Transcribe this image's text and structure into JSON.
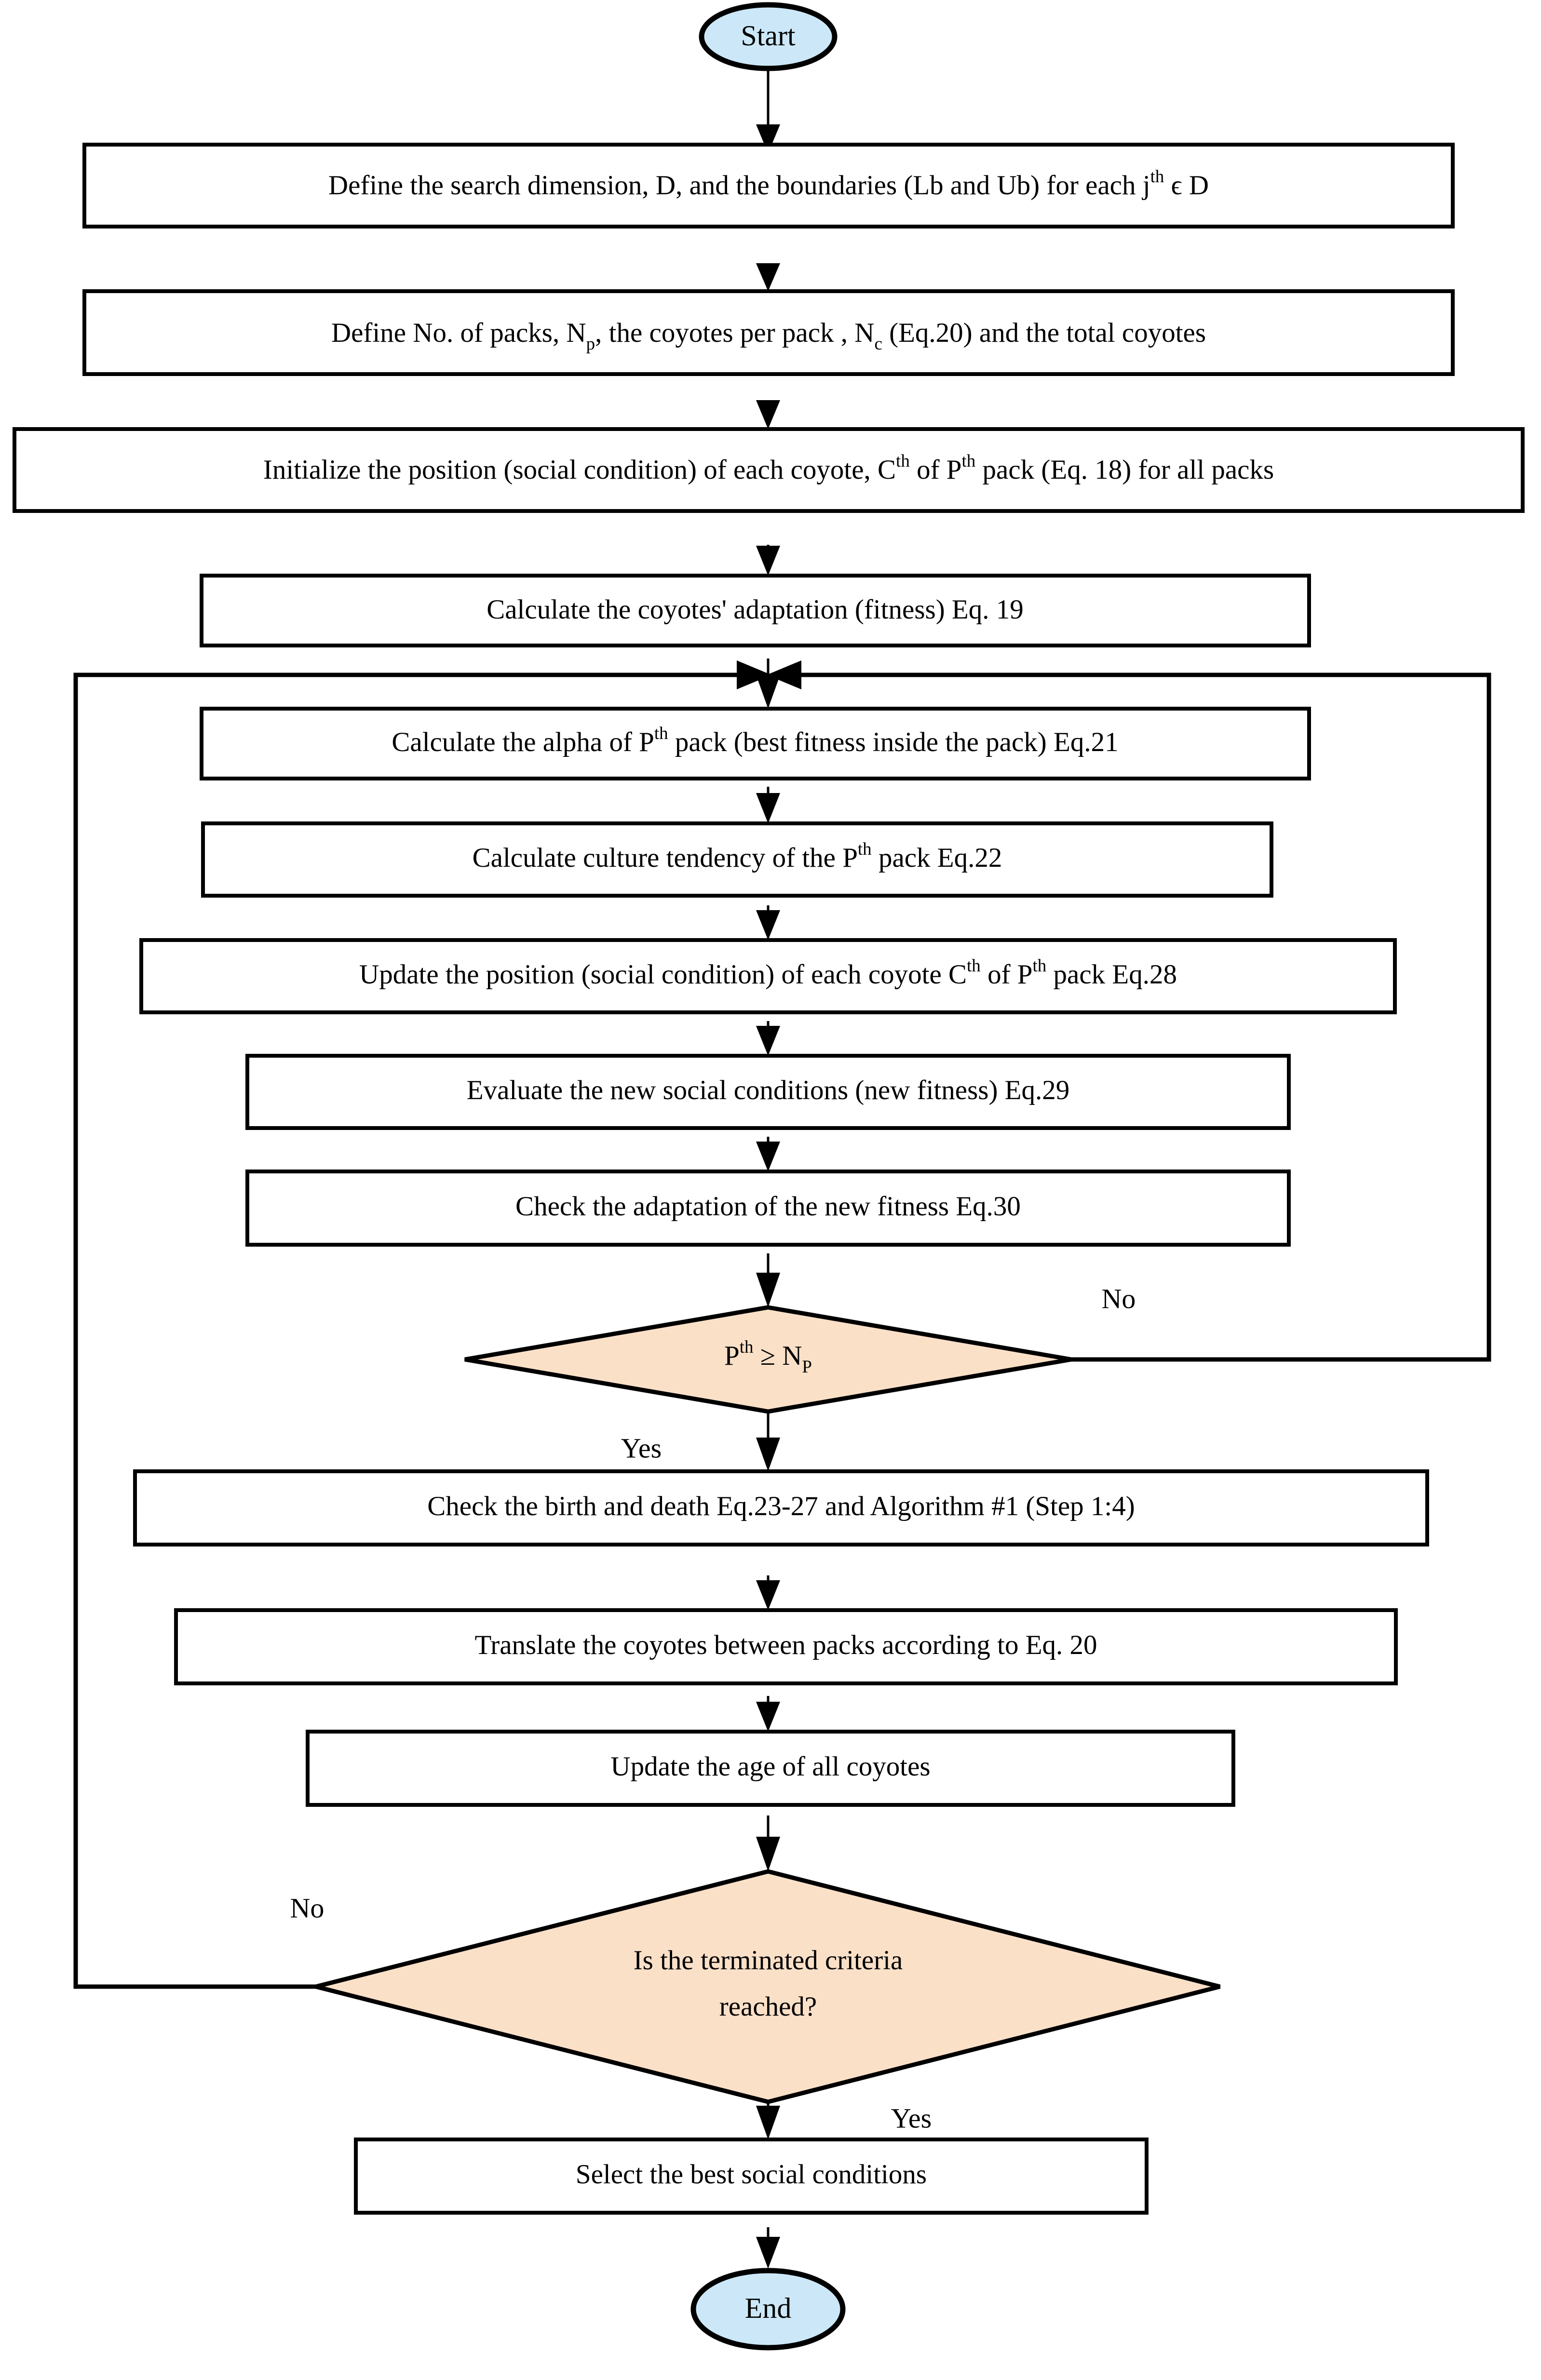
{
  "diagram": {
    "title": "Coyote Optimization Algorithm flowchart",
    "colors": {
      "terminator_fill": "#cce8f8",
      "decision_fill": "#fbe0c8",
      "process_fill": "#ffffff",
      "stroke": "#000000",
      "background": "#ffffff"
    }
  },
  "nodes": {
    "start": {
      "label": "Start",
      "shape": "ellipse"
    },
    "define_dimension": {
      "label": "Define the search dimension, D, and the boundaries (Lb and Ub) for each j",
      "sup": "th",
      "tail": " ϵ D",
      "shape": "process"
    },
    "define_packs": {
      "pre": "Define No. of packs, N",
      "sub1": "p",
      "mid": ", the coyotes per pack , N",
      "sub2": "c",
      "post": "  (Eq.20) and the total coyotes",
      "shape": "process"
    },
    "initialize_position": {
      "pre": "Initialize the position (social condition) of each coyote, C",
      "sup1": "th",
      "mid": " of P",
      "sup2": "th",
      "post": " pack (Eq. 18) for all packs",
      "shape": "process"
    },
    "calc_fitness": {
      "label": "Calculate the coyotes' adaptation (fitness) Eq. 19",
      "shape": "process"
    },
    "calc_alpha": {
      "pre": "Calculate the alpha of P",
      "sup": "th",
      "post": " pack (best fitness inside the pack) Eq.21",
      "shape": "process"
    },
    "calc_culture": {
      "pre": "Calculate culture tendency of the P",
      "sup": "th",
      "post": " pack Eq.22",
      "shape": "process"
    },
    "update_position": {
      "pre": "Update the position (social condition) of each coyote C",
      "sup1": "th",
      "mid": " of P",
      "sup2": "th",
      "post": " pack Eq.28",
      "shape": "process"
    },
    "evaluate_new": {
      "label": "Evaluate the new social conditions (new fitness) Eq.29",
      "shape": "process"
    },
    "check_adaptation": {
      "label": "Check the adaptation of the new fitness Eq.30",
      "shape": "process"
    },
    "decision_pack": {
      "pre": "P",
      "sup": "th",
      "mid": " ≥ N",
      "sub": "P",
      "shape": "decision"
    },
    "birth_death": {
      "label": "Check the birth and death Eq.23-27 and Algorithm #1 (Step 1:4)",
      "shape": "process"
    },
    "translate_coyotes": {
      "label": "Translate the coyotes between packs according to Eq. 20",
      "shape": "process"
    },
    "update_age": {
      "label": "Update the age of all coyotes",
      "shape": "process"
    },
    "decision_terminate": {
      "line1": "Is the terminated criteria",
      "line2": "reached?",
      "shape": "decision"
    },
    "select_best": {
      "label": "Select the best social conditions",
      "shape": "process"
    },
    "end": {
      "label": "End",
      "shape": "ellipse"
    }
  },
  "edge_labels": {
    "pack_no": "No",
    "pack_yes": "Yes",
    "terminate_no": "No",
    "terminate_yes": "Yes"
  }
}
